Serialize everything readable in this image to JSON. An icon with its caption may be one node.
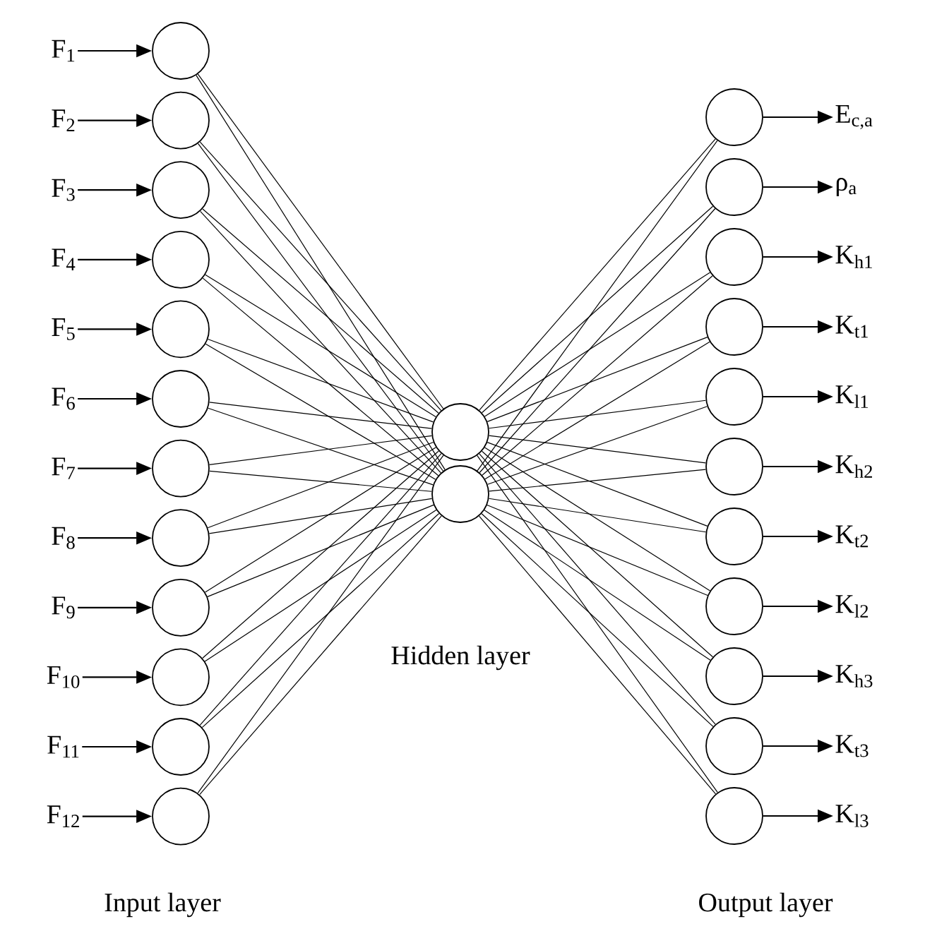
{
  "diagram": {
    "nodes": [
      {
        "text": [
          "F$_{1}$"
        ]
      },
      {
        "text": [
          "F$_{2}$"
        ]
      },
      {
        "text": [
          "F$_{3}$"
        ]
      },
      {
        "text": [
          "F$_{4}$"
        ]
      },
      {
        "text": [
          "F$_{5}$"
        ]
      },
      {
        "text": [
          "F$_{6}$"
        ]
      },
      {
        "text": [
          "F$_{7}$"
        ]
      },
      {
        "text": [
          "F$_{8}$"
        ]
      },
      {
        "text": [
          "F$_{9}$"
        ]
      },
      {
        "text": [
          "F$_{10}$"
        ]
      },
      {
        "text": [
          "F$_{11}$"
        ]
      },
      {
        "text": [
          "F$_{12}$"
        ]
      },
      {
        "text": [],
        "shape": "circle"
      },
      {
        "text": [],
        "shape": "circle"
      },
      {
        "text": [],
        "shape": "circle"
      },
      {
        "text": [],
        "shape": "circle"
      },
      {
        "text": [],
        "shape": "circle"
      },
      {
        "text": [],
        "shape": "circle"
      },
      {
        "text": [],
        "shape": "circle"
      },
      {
        "text": [],
        "shape": "circle"
      },
      {
        "text": [],
        "shape": "circle"
      },
      {
        "text": [],
        "shape": "circle"
      },
      {
        "text": [],
        "shape": "circle"
      },
      {
        "text": [],
        "shape": "circle"
      },
      {
        "text": [],
        "shape": "circle"
      },
      {
        "text": [],
        "shape": "circle"
      },
      {
        "text": [],
        "shape": "circle"
      },
      {
        "text": [],
        "shape": "circle"
      },
      {
        "text": [],
        "shape": "circle"
      },
      {
        "text": [],
        "shape": "circle"
      },
      {
        "text": [],
        "shape": "circle"
      },
      {
        "text": [],
        "shape": "circle"
      },
      {
        "text": [],
        "shape": "circle"
      },
      {
        "text": [],
        "shape": "circle"
      },
      {
        "text": [],
        "shape": "circle"
      },
      {
        "text": [],
        "shape": "circle"
      },
      {
        "text": [],
        "shape": "circle"
      },
      {
        "text": [
          "E$_{c,a}$"
        ]
      },
      {
        "text": [
          "ρ$_{a}$"
        ]
      },
      {
        "text": [
          "K$_{h1}$"
        ]
      },
      {
        "text": [
          "K$_{t1}$"
        ]
      },
      {
        "text": [
          "K$_{l1}$"
        ]
      },
      {
        "text": [
          "K$_{h2}$"
        ]
      },
      {
        "text": [
          "K$_{t2}$"
        ]
      },
      {
        "text": [
          "K$_{l2}$"
        ]
      },
      {
        "text": [
          "K$_{h3}$"
        ]
      },
      {
        "text": [
          "K$_{t3}$"
        ]
      },
      {
        "text": [
          "K$_{l3}$"
        ]
      }
    ],
    "edges": [
      {
        "from": 0,
        "to": 12,
        "arrow": "to"
      },
      {
        "from": 1,
        "to": 13,
        "arrow": "to"
      },
      {
        "from": 2,
        "to": 14,
        "arrow": "to"
      },
      {
        "from": 3,
        "to": 15,
        "arrow": "to"
      },
      {
        "from": 4,
        "to": 16,
        "arrow": "to"
      },
      {
        "from": 5,
        "to": 17,
        "arrow": "to"
      },
      {
        "from": 6,
        "to": 18,
        "arrow": "to"
      },
      {
        "from": 7,
        "to": 19,
        "arrow": "to"
      },
      {
        "from": 8,
        "to": 20,
        "arrow": "to"
      },
      {
        "from": 9,
        "to": 21,
        "arrow": "to"
      },
      {
        "from": 10,
        "to": 22,
        "arrow": "to"
      },
      {
        "from": 11,
        "to": 23,
        "arrow": "to"
      },
      {
        "from": 12,
        "to": 24,
        "arrow": "none"
      },
      {
        "from": 12,
        "to": 25,
        "arrow": "none"
      },
      {
        "from": 13,
        "to": 24,
        "arrow": "none"
      },
      {
        "from": 13,
        "to": 25,
        "arrow": "none"
      },
      {
        "from": 14,
        "to": 24,
        "arrow": "none"
      },
      {
        "from": 14,
        "to": 25,
        "arrow": "none"
      },
      {
        "from": 15,
        "to": 24,
        "arrow": "none"
      },
      {
        "from": 15,
        "to": 25,
        "arrow": "none"
      },
      {
        "from": 16,
        "to": 24,
        "arrow": "none"
      },
      {
        "from": 16,
        "to": 25,
        "arrow": "none"
      },
      {
        "from": 17,
        "to": 24,
        "arrow": "none"
      },
      {
        "from": 17,
        "to": 25,
        "arrow": "none"
      },
      {
        "from": 18,
        "to": 24,
        "arrow": "none"
      },
      {
        "from": 18,
        "to": 25,
        "arrow": "none"
      },
      {
        "from": 19,
        "to": 24,
        "arrow": "none"
      },
      {
        "from": 19,
        "to": 25,
        "arrow": "none"
      },
      {
        "from": 20,
        "to": 24,
        "arrow": "none"
      },
      {
        "from": 20,
        "to": 25,
        "arrow": "none"
      },
      {
        "from": 21,
        "to": 24,
        "arrow": "none"
      },
      {
        "from": 21,
        "to": 25,
        "arrow": "none"
      },
      {
        "from": 22,
        "to": 24,
        "arrow": "none"
      },
      {
        "from": 22,
        "to": 25,
        "arrow": "none"
      },
      {
        "from": 23,
        "to": 24,
        "arrow": "none"
      },
      {
        "from": 23,
        "to": 25,
        "arrow": "none"
      },
      {
        "from": 24,
        "to": 26,
        "arrow": "none"
      },
      {
        "from": 25,
        "to": 26,
        "arrow": "none"
      },
      {
        "from": 24,
        "to": 27,
        "arrow": "none"
      },
      {
        "from": 25,
        "to": 27,
        "arrow": "none"
      },
      {
        "from": 24,
        "to": 28,
        "arrow": "none"
      },
      {
        "from": 25,
        "to": 28,
        "arrow": "none"
      },
      {
        "from": 24,
        "to": 29,
        "arrow": "none"
      },
      {
        "from": 25,
        "to": 29,
        "arrow": "none"
      },
      {
        "from": 24,
        "to": 30,
        "arrow": "none"
      },
      {
        "from": 25,
        "to": 30,
        "arrow": "none"
      },
      {
        "from": 24,
        "to": 31,
        "arrow": "none"
      },
      {
        "from": 25,
        "to": 31,
        "arrow": "none"
      },
      {
        "from": 24,
        "to": 32,
        "arrow": "none"
      },
      {
        "from": 25,
        "to": 32,
        "arrow": "none"
      },
      {
        "from": 24,
        "to": 33,
        "arrow": "none"
      },
      {
        "from": 25,
        "to": 33,
        "arrow": "none"
      },
      {
        "from": 24,
        "to": 34,
        "arrow": "none"
      },
      {
        "from": 25,
        "to": 34,
        "arrow": "none"
      },
      {
        "from": 24,
        "to": 35,
        "arrow": "none"
      },
      {
        "from": 25,
        "to": 35,
        "arrow": "none"
      },
      {
        "from": 24,
        "to": 36,
        "arrow": "none"
      },
      {
        "from": 25,
        "to": 36,
        "arrow": "none"
      },
      {
        "from": 26,
        "to": 37,
        "arrow": "to"
      },
      {
        "from": 27,
        "to": 38,
        "arrow": "to"
      },
      {
        "from": 28,
        "to": 39,
        "arrow": "to"
      },
      {
        "from": 29,
        "to": 40,
        "arrow": "to"
      },
      {
        "from": 30,
        "to": 41,
        "arrow": "to"
      },
      {
        "from": 31,
        "to": 42,
        "arrow": "to"
      },
      {
        "from": 32,
        "to": 43,
        "arrow": "to"
      },
      {
        "from": 33,
        "to": 44,
        "arrow": "to"
      },
      {
        "from": 34,
        "to": 45,
        "arrow": "to"
      },
      {
        "from": 35,
        "to": 46,
        "arrow": "to"
      },
      {
        "from": 36,
        "to": 47,
        "arrow": "to"
      }
    ],
    "labels": [
      "Hidden layer",
      "Input layer",
      "Output layer"
    ]
  }
}
